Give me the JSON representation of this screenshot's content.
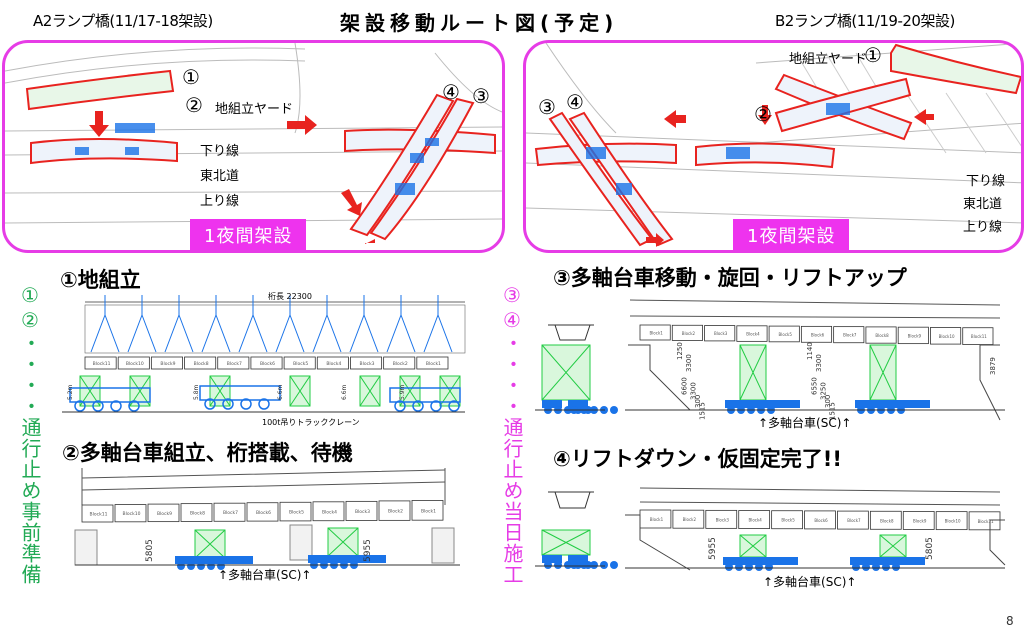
{
  "header": {
    "left": "A2ランプ橋(11/17-18架設)",
    "title": "架設移動ルート図(予定)",
    "right": "B2ランプ橋(11/19-20架設)"
  },
  "left_panel": {
    "step1": "①",
    "step2": "②",
    "step3": "③",
    "step4": "④",
    "yard": "地組立ヤード",
    "down_line": "下り線",
    "expressway": "東北道",
    "up_line": "上り線",
    "badge": "1夜間架設"
  },
  "right_panel": {
    "step1": "①",
    "step2": "②",
    "step3": "③",
    "step4": "④",
    "yard": "地組立ヤード",
    "down_line": "下り線",
    "expressway": "東北道",
    "up_line": "上り線",
    "badge": "1夜間架設"
  },
  "side_notes": {
    "left": "①②・・・・通行止め事前準備",
    "right": "③④・・・・通行止め当日施工"
  },
  "sections": {
    "s1": "①地組立",
    "s2": "②多軸台車組立、桁搭載、待機",
    "s3": "③多軸台車移動・旋回・リフトアップ",
    "s4": "④リフトダウン・仮固定完了!!"
  },
  "diagram1": {
    "span_label": "桁長 22300",
    "crane_label": "100t吊りトラッククレーン",
    "blocks": [
      "Block11",
      "Block10",
      "Block9",
      "Block8",
      "Block7",
      "Block6",
      "Block5",
      "Block4",
      "Block3",
      "Block2",
      "Block1"
    ],
    "heights": [
      "5.2m",
      "5.8m",
      "6.6m",
      "6.6m",
      "5.9m"
    ]
  },
  "diagram2": {
    "blocks": [
      "Block11",
      "Block10",
      "Block9",
      "Block8",
      "Block7",
      "Block6",
      "Block5",
      "Block4",
      "Block3",
      "Block2",
      "Block1"
    ],
    "dim_left": "5805",
    "dim_right": "5955",
    "caption": "↑多軸台車(SC)↑"
  },
  "diagram3": {
    "blocks": [
      "Block1",
      "Block2",
      "Block3",
      "Block4",
      "Block5",
      "Block6",
      "Block7",
      "Block8",
      "Block9",
      "Block10",
      "Block11"
    ],
    "dims_left": [
      "1250",
      "6600",
      "3300",
      "3300",
      "300",
      "1515"
    ],
    "dims_right": [
      "1140",
      "6550",
      "3300",
      "3250",
      "300",
      "1515"
    ],
    "dim_end": "3879",
    "caption": "↑多軸台車(SC)↑"
  },
  "diagram4": {
    "blocks": [
      "Block1",
      "Block2",
      "Block3",
      "Block4",
      "Block5",
      "Block6",
      "Block7",
      "Block8",
      "Block9",
      "Block10",
      "Block11"
    ],
    "dim_left": "5955",
    "dim_right": "5805",
    "caption": "↑多軸台車(SC)↑"
  },
  "page_number": "8",
  "colors": {
    "magenta": "#e63ce6",
    "green": "#22aa55",
    "red": "#e8231f",
    "blue": "#1a73e8"
  }
}
